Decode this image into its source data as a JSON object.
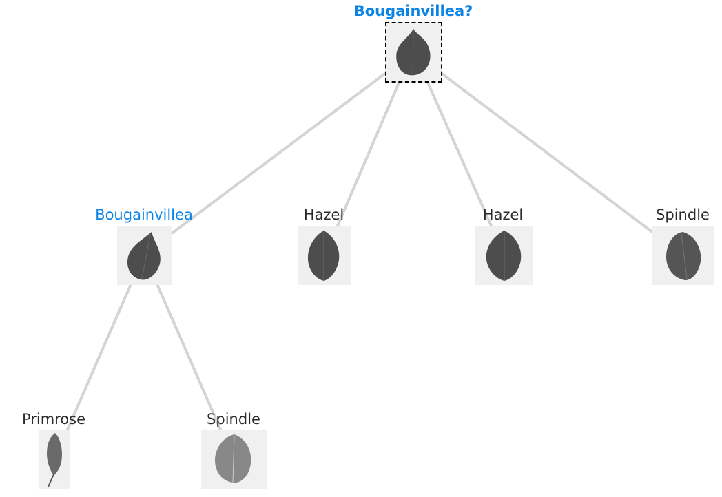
{
  "colors": {
    "highlight": "#0a84e6",
    "default_label": "#2b2b2b",
    "edge": "#d4d4d4",
    "thumb_background": "#f0f0f0",
    "leaf": "#4d4d4d"
  },
  "tree": {
    "root": {
      "label": "Bougainvillea?",
      "highlighted": true,
      "selected": true,
      "image": "leaf-broad-icon"
    },
    "level1": [
      {
        "label": "Bougainvillea",
        "highlighted": true,
        "image": "leaf-broad-icon"
      },
      {
        "label": "Hazel",
        "highlighted": false,
        "image": "leaf-oval-icon"
      },
      {
        "label": "Hazel",
        "highlighted": false,
        "image": "leaf-oval-icon"
      },
      {
        "label": "Spindle",
        "highlighted": false,
        "image": "leaf-oval-icon"
      }
    ],
    "level2": [
      {
        "label": "Primrose",
        "highlighted": false,
        "image": "leaf-narrow-icon"
      },
      {
        "label": "Spindle",
        "highlighted": false,
        "image": "leaf-oval-icon"
      }
    ]
  }
}
